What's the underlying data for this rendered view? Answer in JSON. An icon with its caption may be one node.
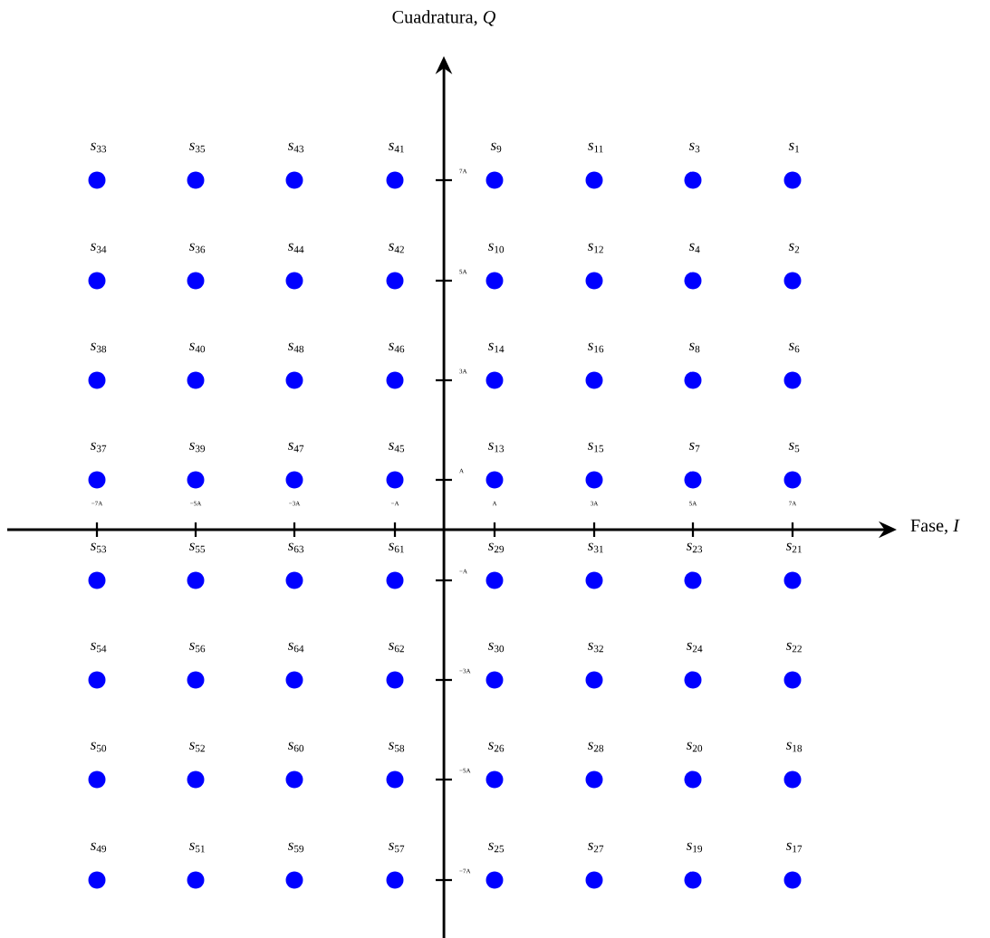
{
  "diagram": {
    "labels": [
      "Cuadratura, *Q*",
      "*s*$_{33}$",
      "*s*$_{35}$",
      "*s*$_{43}$",
      "*s*$_{41}$",
      "*s*$_{9}$",
      "*s*$_{11}$",
      "*s*$_{3}$",
      "*s*$_{1}$",
      "*s*$_{34}$",
      "*s*$_{36}$",
      "*s*$_{44}$",
      "*s*$_{42}$",
      "*s*$_{10}$",
      "*s*$_{12}$",
      "*s*$_{4}$",
      "*s*$_{2}$",
      "*s*$_{38}$",
      "*s*$_{40}$",
      "*s*$_{48}$",
      "*s*$_{46}$",
      "*s*$_{14}$",
      "*s*$_{16}$",
      "*s*$_{8}$",
      "*s*$_{6}$",
      "*s*$_{37}$",
      "*s*$_{39}$",
      "*s*$_{47}$",
      "*s*$_{45}$",
      "*s*$_{13}$",
      "*s*$_{15}$",
      "*s*$_{7}$",
      "*s*$_{5}$",
      "*s*$_{53}$",
      "*s*$_{55}$",
      "*s*$_{63}$",
      "*s*$_{61}$",
      "*s*$_{29}$",
      "*s*$_{31}$",
      "*s*$_{23}$",
      "*s*$_{21}$",
      "*s*$_{54}$",
      "*s*$_{56}$",
      "*s*$_{64}$",
      "*s*$_{62}$",
      "*s*$_{30}$",
      "*s*$_{32}$",
      "*s*$_{24}$",
      "*s*$_{22}$",
      "*s*$_{50}$",
      "*s*$_{52}$",
      "*s*$_{60}$",
      "*s*$_{58}$",
      "*s*$_{26}$",
      "*s*$_{28}$",
      "*s*$_{20}$",
      "*s*$_{18}$",
      "*s*$_{49}$",
      "*s*$_{51}$",
      "*s*$_{59}$",
      "*s*$_{57}$",
      "*s*$_{25}$",
      "*s*$_{27}$",
      "*s*$_{19}$",
      "*s*$_{17}$",
      "Fase, *I*",
      "−7A",
      "−5A",
      "−3A",
      "−A",
      "A",
      "3A",
      "5A",
      "7A",
      "7A",
      "5A",
      "3A",
      "A",
      "−A",
      "−3A",
      "−5A",
      "−7A"
    ]
  }
}
